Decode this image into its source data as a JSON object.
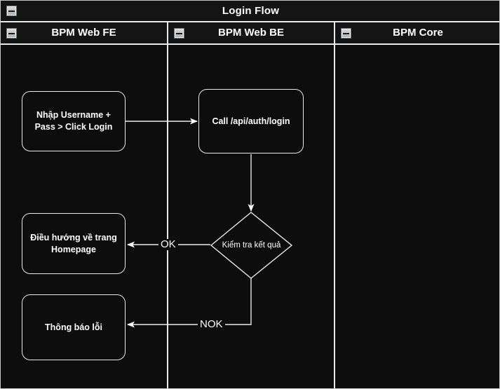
{
  "pool": {
    "title": "Login Flow",
    "collapse_icon": "minus-box-icon"
  },
  "lanes": [
    {
      "id": "fe",
      "label": "BPM Web FE",
      "collapse_icon": "minus-box-icon"
    },
    {
      "id": "be",
      "label": "BPM Web BE",
      "collapse_icon": "minus-box-icon"
    },
    {
      "id": "core",
      "label": "BPM Core",
      "collapse_icon": "minus-box-icon"
    }
  ],
  "nodes": {
    "input_credentials": {
      "label": "Nhập Username +\nPass > Click Login",
      "type": "task"
    },
    "call_login_api": {
      "label": "Call /api/auth/login",
      "type": "task"
    },
    "check_result": {
      "label": "Kiểm tra kết quả",
      "type": "gateway"
    },
    "redirect_homepage": {
      "label": "Điều hướng về trang\nHomepage",
      "type": "task"
    },
    "show_error": {
      "label": "Thông báo lỗi",
      "type": "task"
    }
  },
  "edges": {
    "ok_label": "OK",
    "nok_label": "NOK"
  },
  "colors": {
    "background": "#0d0d0d",
    "stroke": "#e9e9e9",
    "text": "#ffffff",
    "header_bg": "#141414"
  }
}
